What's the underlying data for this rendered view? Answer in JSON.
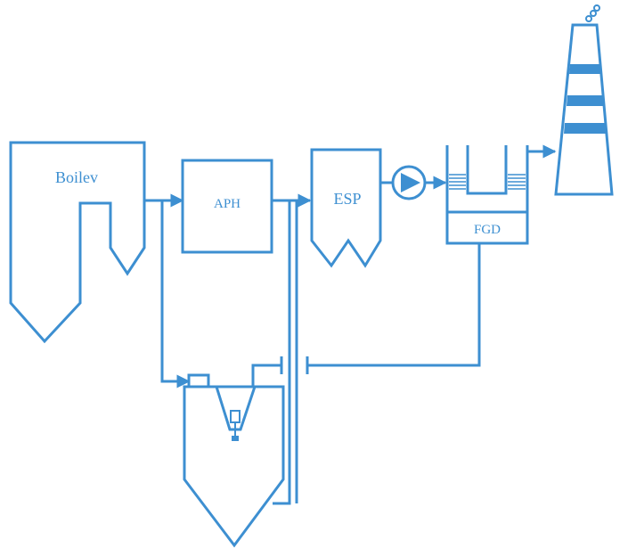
{
  "diagram": {
    "colors": {
      "stroke": "#3d8fd1",
      "text": "#3d8fd1",
      "background": "#ffffff"
    },
    "labels": {
      "boiler": "Boilev",
      "aph": "APH",
      "esp": "ESP",
      "fgd": "FGD"
    },
    "icons": [
      "fan-icon",
      "chimney-icon",
      "smoke-icon"
    ]
  }
}
